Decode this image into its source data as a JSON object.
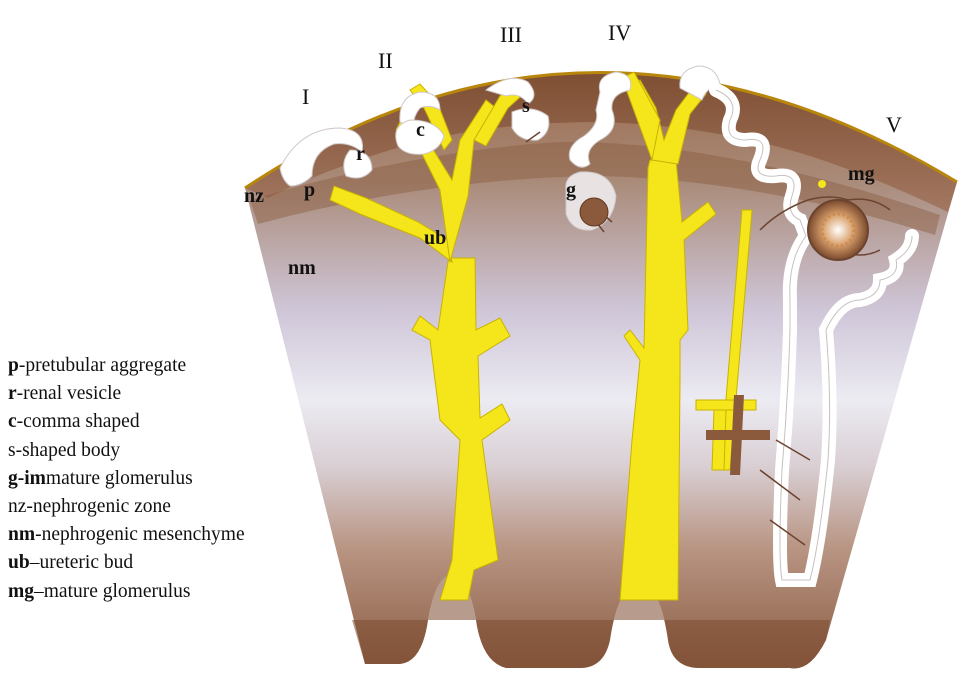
{
  "stage_labels": [
    "I",
    "II",
    "III",
    "IV",
    "V"
  ],
  "region_labels": {
    "p": "p",
    "r": "r",
    "c": "c",
    "s": "s",
    "g": "g",
    "nz": "nz",
    "nm": "nm",
    "ub": "ub",
    "mg": "mg"
  },
  "legend": [
    {
      "abbr": "p",
      "text": "-pretubular aggregate"
    },
    {
      "abbr": "r",
      "text": "-renal vesicle"
    },
    {
      "abbr": "c",
      "text": "-comma shaped"
    },
    {
      "abbr": "",
      "text": "s-shaped body"
    },
    {
      "abbr": "g-im",
      "text": "mature glomerulus"
    },
    {
      "abbr": "",
      "text": "nz-nephrogenic zone"
    },
    {
      "abbr": "nm",
      "text": "-nephrogenic mesenchyme"
    },
    {
      "abbr": "ub",
      "text": "–ureteric bud"
    },
    {
      "abbr": "mg",
      "text": "–mature glomerulus"
    }
  ],
  "colors": {
    "ureteric_bud": "#f5e61c",
    "cortex_brown": "#8b5a3c",
    "capsule_gold": "#b8860b",
    "tubule_white": "#ffffff"
  }
}
